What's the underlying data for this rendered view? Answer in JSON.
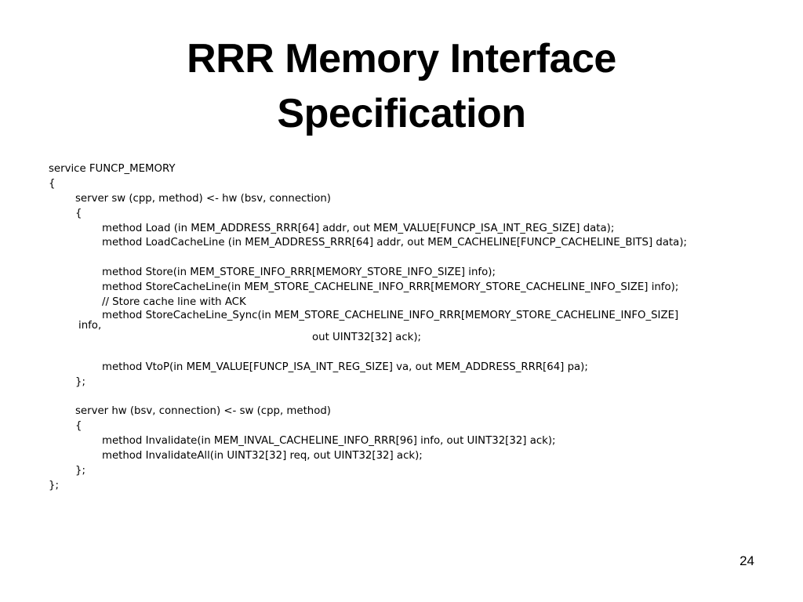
{
  "slide": {
    "title_line1": "RRR Memory Interface",
    "title_line2": "Specification",
    "page_number": "24"
  },
  "code": {
    "l1": "service FUNCP_MEMORY",
    "l2": "{",
    "l3": "server sw (cpp, method) <- hw (bsv, connection)",
    "l4": "{",
    "l5": "method Load (in MEM_ADDRESS_RRR[64] addr, out MEM_VALUE[FUNCP_ISA_INT_REG_SIZE] data);",
    "l6": "method LoadCacheLine (in MEM_ADDRESS_RRR[64] addr, out MEM_CACHELINE[FUNCP_CACHELINE_BITS] data);",
    "l7": "",
    "l8": "method Store(in MEM_STORE_INFO_RRR[MEMORY_STORE_INFO_SIZE] info);",
    "l9": "method StoreCacheLine(in MEM_STORE_CACHELINE_INFO_RRR[MEMORY_STORE_CACHELINE_INFO_SIZE] info);",
    "l10": "// Store cache line with ACK",
    "l11": "method StoreCacheLine_Sync(in MEM_STORE_CACHELINE_INFO_RRR[MEMORY_STORE_CACHELINE_INFO_SIZE]",
    "l12": "info,",
    "l13": "out UINT32[32] ack);",
    "l14": "",
    "l15": "method VtoP(in MEM_VALUE[FUNCP_ISA_INT_REG_SIZE] va, out MEM_ADDRESS_RRR[64] pa);",
    "l16": "};",
    "l17": "",
    "l18": "server hw (bsv, connection) <- sw (cpp, method)",
    "l19": "{",
    "l20": "method Invalidate(in MEM_INVAL_CACHELINE_INFO_RRR[96] info, out UINT32[32] ack);",
    "l21": "method InvalidateAll(in UINT32[32] req, out UINT32[32] ack);",
    "l22": "};",
    "l23": "};"
  }
}
